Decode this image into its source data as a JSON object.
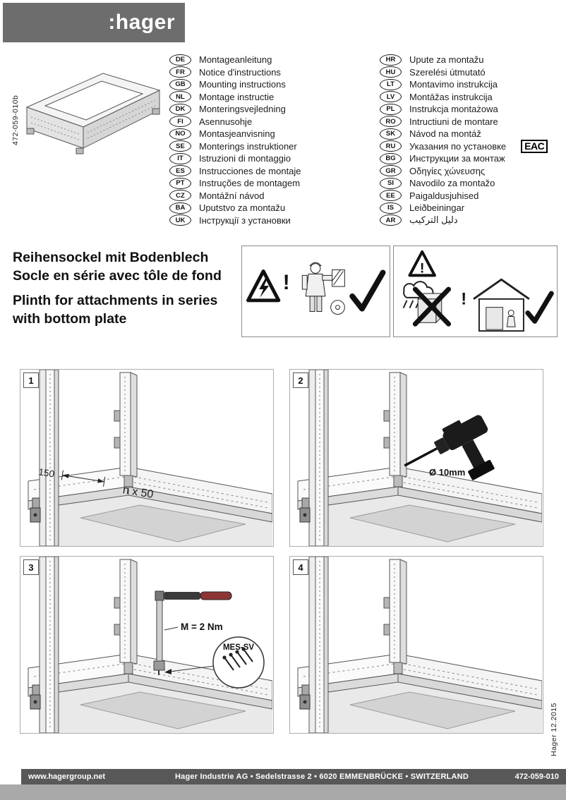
{
  "page": {
    "brand": ":hager",
    "doc_code_side": "472-059-010b",
    "date_side": "Hager 12.2015"
  },
  "languages": {
    "left": [
      {
        "code": "DE",
        "text": "Montageanleitung"
      },
      {
        "code": "FR",
        "text": "Notice d'instructions"
      },
      {
        "code": "GB",
        "text": "Mounting instructions"
      },
      {
        "code": "NL",
        "text": "Montage instructie"
      },
      {
        "code": "DK",
        "text": "Monteringsvejledning"
      },
      {
        "code": "FI",
        "text": "Asennusohje"
      },
      {
        "code": "NO",
        "text": "Montasjeanvisning"
      },
      {
        "code": "SE",
        "text": "Monterings instruktioner"
      },
      {
        "code": "IT",
        "text": "Istruzioni di montaggio"
      },
      {
        "code": "ES",
        "text": "Instrucciones de montaje"
      },
      {
        "code": "PT",
        "text": "Instruções de montagem"
      },
      {
        "code": "CZ",
        "text": "Montážní návod"
      },
      {
        "code": "BA",
        "text": "Uputstvo za montažu"
      },
      {
        "code": "UK",
        "text": "Інструкції з установки"
      }
    ],
    "right": [
      {
        "code": "HR",
        "text": "Upute za montažu"
      },
      {
        "code": "HU",
        "text": "Szerelési útmutató"
      },
      {
        "code": "LT",
        "text": "Montavimo instrukcija"
      },
      {
        "code": "LV",
        "text": "Montāžas instrukcija"
      },
      {
        "code": "PL",
        "text": "Instrukcja montażowa"
      },
      {
        "code": "RO",
        "text": "Intructiuni de montare"
      },
      {
        "code": "SK",
        "text": "Návod na montáž"
      },
      {
        "code": "RU",
        "text": "Указания по установке",
        "badge": "EAC"
      },
      {
        "code": "BG",
        "text": "Инструкции за монтаж"
      },
      {
        "code": "GR",
        "text": "Οδηγίες χώνευσης"
      },
      {
        "code": "SI",
        "text": "Navodilo za montažo"
      },
      {
        "code": "EE",
        "text": "Paigaldusjuhised"
      },
      {
        "code": "IS",
        "text": "Leiðbeiningar"
      },
      {
        "code": "AR",
        "text": "دليل التركيب"
      }
    ]
  },
  "title": {
    "de": "Reihensockel mit Bodenblech",
    "fr": "Socle en série avec tôle de fond",
    "en1": "Plinth for attachments in series",
    "en2": "with bottom plate"
  },
  "warnings": {
    "exclamation": "!"
  },
  "steps": {
    "s1": {
      "number": "1",
      "dim_left": "150",
      "dim_right": "n x 50"
    },
    "s2": {
      "number": "2",
      "drill_label": "Ø 10mm"
    },
    "s3": {
      "number": "3",
      "torque_label": "M = 2 Nm",
      "kit_label": "MES-SV"
    },
    "s4": {
      "number": "4"
    }
  },
  "footer": {
    "website": "www.hagergroup.net",
    "address": "Hager Industrie AG • Sedelstrasse 2 • 6020 EMMENBRÜCKE • SWITZERLAND",
    "code": "472-059-010"
  }
}
